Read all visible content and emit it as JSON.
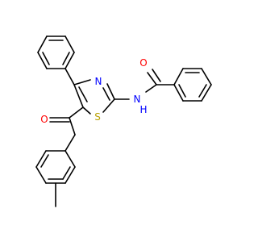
{
  "molecule": {
    "atom_labels": {
      "O_benzoyl": "O",
      "O_toluoyl": "O",
      "N_ring": "N",
      "NH": "N",
      "H": "H",
      "S_ring": "S"
    },
    "colors": {
      "bond": "#000000",
      "oxygen": "#ff0000",
      "nitrogen": "#0000ff",
      "sulfur": "#b8a000"
    }
  }
}
